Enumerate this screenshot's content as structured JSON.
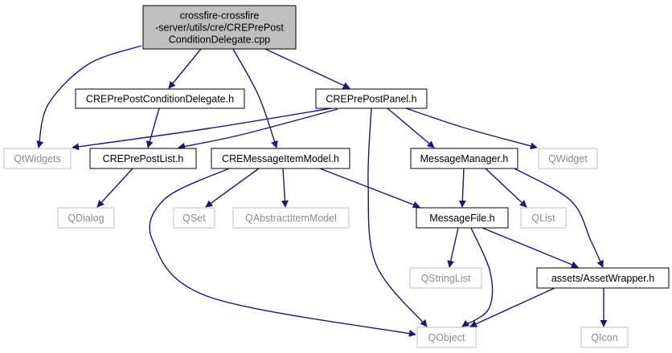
{
  "colors": {
    "edge": "#191970",
    "root_fill": "#bfbfbf",
    "root_stroke": "#000000",
    "header_stroke": "#000000",
    "external_stroke": "#bfbfbf",
    "external_text": "#8c8c8c",
    "background": "#ffffff"
  },
  "nodes": [
    {
      "id": "root",
      "kind": "root",
      "lines": [
        "crossfire-crossfire",
        "-server/utils/cre/CREPrePost",
        "ConditionDelegate.cpp"
      ]
    },
    {
      "id": "cond_h",
      "kind": "header",
      "lines": [
        "CREPrePostConditionDelegate.h"
      ]
    },
    {
      "id": "panel_h",
      "kind": "header",
      "lines": [
        "CREPrePostPanel.h"
      ]
    },
    {
      "id": "qtwidgets",
      "kind": "external",
      "lines": [
        "QtWidgets"
      ]
    },
    {
      "id": "list_h",
      "kind": "header",
      "lines": [
        "CREPrePostList.h"
      ]
    },
    {
      "id": "model_h",
      "kind": "header",
      "lines": [
        "CREMessageItemModel.h"
      ]
    },
    {
      "id": "msgmgr_h",
      "kind": "header",
      "lines": [
        "MessageManager.h"
      ]
    },
    {
      "id": "qwidget",
      "kind": "external",
      "lines": [
        "QWidget"
      ]
    },
    {
      "id": "qdialog",
      "kind": "external",
      "lines": [
        "QDialog"
      ]
    },
    {
      "id": "qset",
      "kind": "external",
      "lines": [
        "QSet"
      ]
    },
    {
      "id": "qaim",
      "kind": "external",
      "lines": [
        "QAbstractItemModel"
      ]
    },
    {
      "id": "msgfile_h",
      "kind": "header",
      "lines": [
        "MessageFile.h"
      ]
    },
    {
      "id": "qlist",
      "kind": "external",
      "lines": [
        "QList"
      ]
    },
    {
      "id": "qstringlist",
      "kind": "external",
      "lines": [
        "QStringList"
      ]
    },
    {
      "id": "asset_h",
      "kind": "header",
      "lines": [
        "assets/AssetWrapper.h"
      ]
    },
    {
      "id": "qobject",
      "kind": "external",
      "lines": [
        "QObject"
      ]
    },
    {
      "id": "qicon",
      "kind": "external",
      "lines": [
        "QIcon"
      ]
    }
  ],
  "edges": [
    [
      "root",
      "cond_h"
    ],
    [
      "root",
      "panel_h"
    ],
    [
      "root",
      "qtwidgets"
    ],
    [
      "root",
      "model_h"
    ],
    [
      "cond_h",
      "list_h"
    ],
    [
      "panel_h",
      "qtwidgets"
    ],
    [
      "panel_h",
      "list_h"
    ],
    [
      "panel_h",
      "msgmgr_h"
    ],
    [
      "panel_h",
      "qwidget"
    ],
    [
      "panel_h",
      "qobject"
    ],
    [
      "list_h",
      "qdialog"
    ],
    [
      "model_h",
      "qset"
    ],
    [
      "model_h",
      "qaim"
    ],
    [
      "model_h",
      "msgfile_h"
    ],
    [
      "model_h",
      "qobject"
    ],
    [
      "msgmgr_h",
      "msgfile_h"
    ],
    [
      "msgmgr_h",
      "qlist"
    ],
    [
      "msgmgr_h",
      "asset_h"
    ],
    [
      "msgfile_h",
      "qstringlist"
    ],
    [
      "msgfile_h",
      "asset_h"
    ],
    [
      "msgfile_h",
      "qobject"
    ],
    [
      "asset_h",
      "qobject"
    ],
    [
      "asset_h",
      "qicon"
    ]
  ]
}
